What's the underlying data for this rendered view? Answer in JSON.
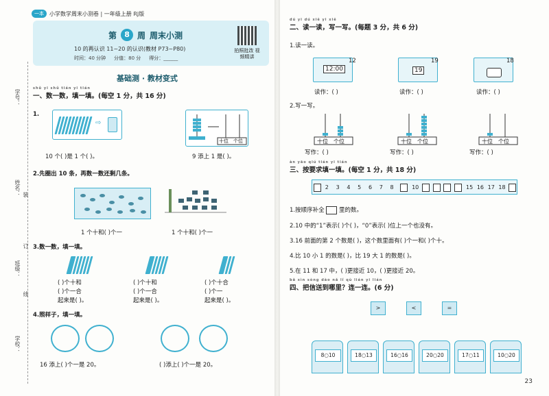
{
  "header": {
    "brand": "一本",
    "series": "小学数学周末小测卷 | 一年级上册 RJ版",
    "week_num": "8",
    "week_label": "周",
    "title": "周末小测",
    "subtitle": "10 的再认识  11~20 的认识(教材 P73~P80)",
    "time": "时间：40 分钟",
    "score_total": "分值：80 分",
    "score_got": "得分：______",
    "qr_text": "拍照批改 视频精讲"
  },
  "side": {
    "student_no": "学号：",
    "name": "姓名：",
    "class": "班级：",
    "school": "学校：",
    "seal1": "装",
    "seal2": "订",
    "seal3": "线"
  },
  "section_banner": "基础测 · 教材变式",
  "left": {
    "q1_pinyin": "shǔ yi shǔ tián yi tián",
    "q1_head": "一、数一数，填一填。(每空 1 分，共 16 分)",
    "q1_1_label": "1.",
    "q1_1a": "10 个(    )是 1 个(    )。",
    "q1_1b": "9 添上 1 是(    )。",
    "abacus_left": "十位",
    "abacus_right": "个位",
    "q1_2": "2.先圈出 10 条，再数一数还剩几条。",
    "q1_2a": "1 个十和(    )个一",
    "q1_2b": "1 个十和(    )个一",
    "q1_3": "3.数一数，填一填。",
    "q1_3a1": "(    )个十和",
    "q1_3a2": "(    )个一合",
    "q1_3a3": "起来是(    )。",
    "q1_3b1": "(    )个十和",
    "q1_3b2": "(    )个一合",
    "q1_3b3": "起来是(    )。",
    "q1_3c1": "(    )个十合",
    "q1_3c2": "(    )个一",
    "q1_3c3": "起来是(    )。",
    "q1_4": "4.照样子，填一填。",
    "q1_4a": "16 添上(    )个一是 20。",
    "q1_4b": "(    )添上(    )个一是 20。"
  },
  "right": {
    "q2_pinyin": "dú yi dú xiě yi xiě",
    "q2_head": "二、读一读，写一写。(每题 3 分，共 6 分)",
    "q2_1": "1.读一读。",
    "pic1_num": "12",
    "pic1_text": "12:00",
    "pic2_num": "19",
    "pic2_text": "19",
    "pic3_num": "18",
    "read_as": "读作：(    )",
    "q2_2": "2.写一写。",
    "tens": "十位",
    "ones": "个位",
    "write_as": "写作：(    )",
    "q3_pinyin": "àn yāo qiú tián yi tián",
    "q3_head": "三、按要求填一填。(每空 1 分，共 18 分)",
    "ruler": [
      "",
      "2",
      "3",
      "4",
      "5",
      "6",
      "7",
      "8",
      "",
      "10",
      "",
      "",
      "",
      "",
      "15",
      "16",
      "17",
      "18",
      ""
    ],
    "q3_1a": "1.按顺序补全",
    "q3_1b": "里的数。",
    "q3_2": "2.10 中的“1”表示(    )个(    )，“0”表示(    )位上一个也没有。",
    "q3_3": "3.16 前面的第 2 个数是(    )，这个数里面有(    )个一和(    )个十。",
    "q3_4": "4.比 10 小 1 的数是(    )，比 19 大 1 的数是(    )。",
    "q3_5": "5.在 11 和 17 中，(    )更接近 10，(    )更接近 20。",
    "q4_pinyin": "bǎ xìn sòng dào nǎ lǐ qù lián yi lián",
    "q4_head": "四、把信送到哪里？连一连。(6 分)",
    "envelopes": [
      ">",
      "<",
      "="
    ],
    "mailboxes": [
      "8○10",
      "18○13",
      "16○16",
      "20○20",
      "17○11",
      "10○20"
    ],
    "page_number": "23"
  }
}
